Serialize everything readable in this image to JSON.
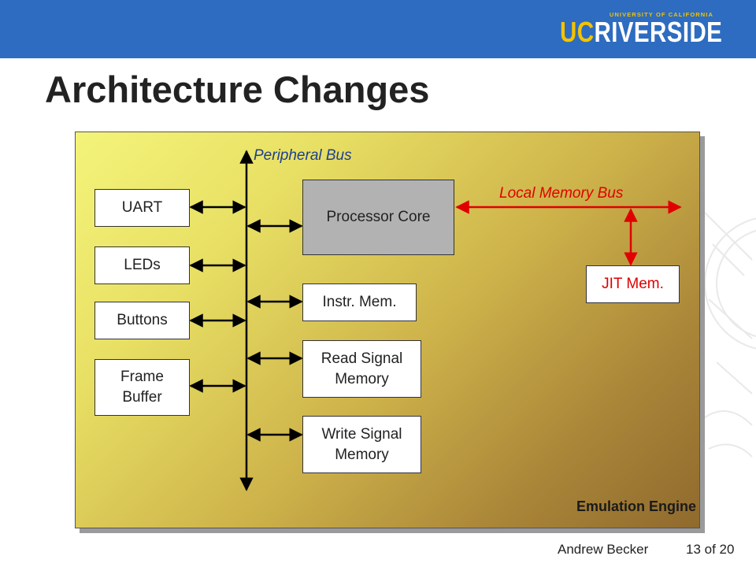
{
  "slide": {
    "title": "Architecture Changes",
    "author": "Andrew Becker",
    "page": "13 of 20"
  },
  "logo": {
    "top_text": "UNIVERSITY OF CALIFORNIA",
    "uc": "UC",
    "name": "RIVERSIDE"
  },
  "diagram": {
    "container_label": "Emulation Engine",
    "peripheral_bus_label": "Peripheral Bus",
    "local_bus_label": "Local Memory Bus",
    "peripherals": {
      "uart": "UART",
      "leds": "LEDs",
      "buttons": "Buttons",
      "frame_buffer": "Frame\nBuffer"
    },
    "processor_core": "Processor Core",
    "instr_mem": "Instr. Mem.",
    "read_signal_memory": "Read Signal\nMemory",
    "write_signal_memory": "Write Signal\nMemory",
    "jit_mem": "JIT Mem."
  },
  "colors": {
    "header_band": "#2d6cc0",
    "logo_gold": "#f3c300",
    "local_bus": "#e00000",
    "peripheral_bus_label": "#1f3f8f"
  }
}
